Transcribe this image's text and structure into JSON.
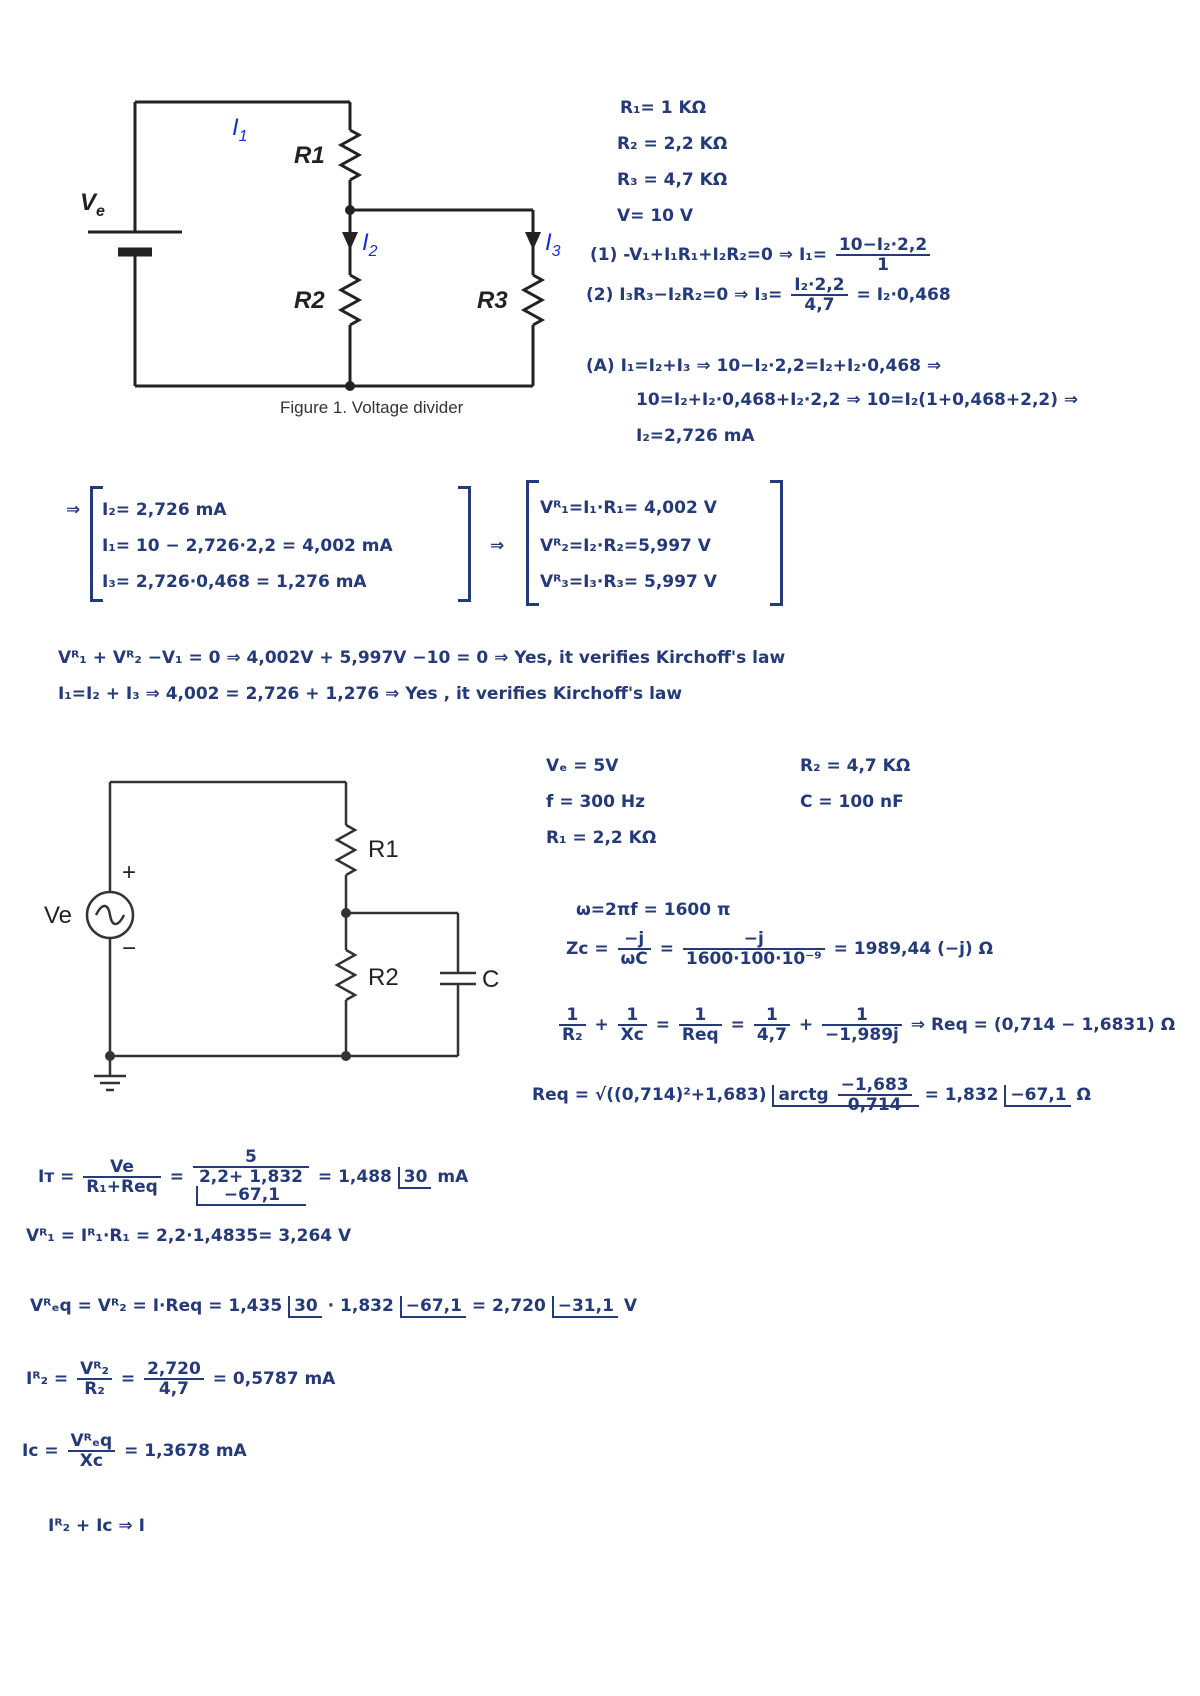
{
  "figure1": {
    "caption": "Figure 1. Voltage divider",
    "labels": {
      "ve": "V",
      "ve_sub": "e",
      "r1": "R1",
      "r2": "R2",
      "r3": "R3",
      "i1": "I",
      "i1_sub": "1",
      "i2": "I",
      "i2_sub": "2",
      "i3": "I",
      "i3_sub": "3"
    }
  },
  "part1_given": [
    "R₁= 1 KΩ",
    "R₂ = 2,2 KΩ",
    "R₃ = 4,7 KΩ",
    "V= 10 V"
  ],
  "part1_equations": {
    "eq1_lhs": "(1) -V₁+I₁R₁+I₂R₂=0 ⇒ I₁=",
    "eq1_num": "10−I₂·2,2",
    "eq1_den": "1",
    "eq2_lhs": "(2) I₃R₃−I₂R₂=0 ⇒ I₃=",
    "eq2_num": "I₂·2,2",
    "eq2_den": "4,7",
    "eq2_rhs": "= I₂·0,468",
    "eqA_line1": "(A) I₁=I₂+I₃ ⇒ 10−I₂·2,2=I₂+I₂·0,468 ⇒",
    "eqA_line2": "10=I₂+I₂·0,468+I₂·2,2 ⇒ 10=I₂(1+0,468+2,2) ⇒",
    "eqA_line3": "I₂=2,726 mA"
  },
  "part1_results": {
    "arrow": "⇒",
    "currents": [
      "I₂= 2,726 mA",
      "I₁= 10 − 2,726·2,2 = 4,002 mA",
      "I₃= 2,726·0,468 = 1,276 mA"
    ],
    "voltages": [
      "Vᴿ₁=I₁·R₁= 4,002 V",
      "Vᴿ₂=I₂·R₂=5,997 V",
      "Vᴿ₃=I₃·R₃= 5,997 V"
    ]
  },
  "part1_checks": [
    "Vᴿ₁ + Vᴿ₂ −V₁ = 0 ⇒ 4,002V + 5,997V −10 = 0 ⇒ Yes, it verifies Kirchoff's law",
    "I₁=I₂ + I₃ ⇒ 4,002 = 2,726 + 1,276 ⇒ Yes , it verifies Kirchoff's law"
  ],
  "figure2": {
    "labels": {
      "ve": "Ve",
      "r1": "R1",
      "r2": "R2",
      "c": "C",
      "plus": "+",
      "minus": "−"
    }
  },
  "part2_given_left": [
    "Vₑ = 5V",
    "f = 300 Hz",
    "R₁ = 2,2 KΩ"
  ],
  "part2_given_right": [
    "R₂ = 4,7 KΩ",
    "C = 100 nF"
  ],
  "part2_calc": {
    "omega": "ω=2πf = 1600 π",
    "zc_lhs": "Zᴄ =",
    "zc_f1_num": "−j",
    "zc_f1_den": "ωC",
    "zc_f2_num": "−j",
    "zc_f2_den": "1600·100·10⁻⁹",
    "zc_rhs": "= 1989,44 (−j) Ω",
    "req_f1_num": "1",
    "req_f1_den": "R₂",
    "req_f2_num": "1",
    "req_f2_den": "Xᴄ",
    "req_f3_num": "1",
    "req_f3_den": "Req",
    "req_f4_num": "1",
    "req_f4_den": "4,7",
    "req_f5_num": "1",
    "req_f5_den": "−1,989j",
    "req_rhs": "⇒ Req = (0,714 − 1,6831) Ω",
    "req_polar_lhs": "Req = √((0,714)²+1,683)",
    "req_polar_arctg": "arctg",
    "req_polar_arg_num": "−1,683",
    "req_polar_arg_den": "0,714",
    "req_polar_rhs": "= 1,832",
    "req_polar_angle": "−67,1",
    "req_polar_unit": "Ω"
  },
  "part2_results": {
    "i_lhs": "Iᴛ =",
    "i_f1_num": "Ve",
    "i_f1_den": "R₁+Req",
    "i_f2_num": "5",
    "i_f2_den": "2,2+ 1,832",
    "i_f2_den_angle": "−67,1",
    "i_rhs": "= 1,488",
    "i_angle": "30",
    "i_unit": "mA",
    "vr1": "Vᴿ₁ = Iᴿ₁·R₁ = 2,2·1,4835= 3,264 V",
    "vreq_lhs": "Vᴿₑq = Vᴿ₂ = I·Req = 1,435",
    "vreq_angle1": "30",
    "vreq_mid": "· 1,832",
    "vreq_angle2": "−67,1",
    "vreq_rhs": "= 2,720",
    "vreq_angle3": "−31,1",
    "vreq_unit": "V",
    "ir2_lhs": "Iᴿ₂ =",
    "ir2_f1_num": "Vᴿ₂",
    "ir2_f1_den": "R₂",
    "ir2_eq": "=",
    "ir2_f2_num": "2,720",
    "ir2_f2_den": "4,7",
    "ir2_rhs": "= 0,5787 mA",
    "ic_lhs": "Iᴄ =",
    "ic_f_num": "Vᴿₑq",
    "ic_f_den": "Xᴄ",
    "ic_rhs": "= 1,3678 mA",
    "final": "Iᴿ₂ + Iᴄ ⇒ I"
  }
}
